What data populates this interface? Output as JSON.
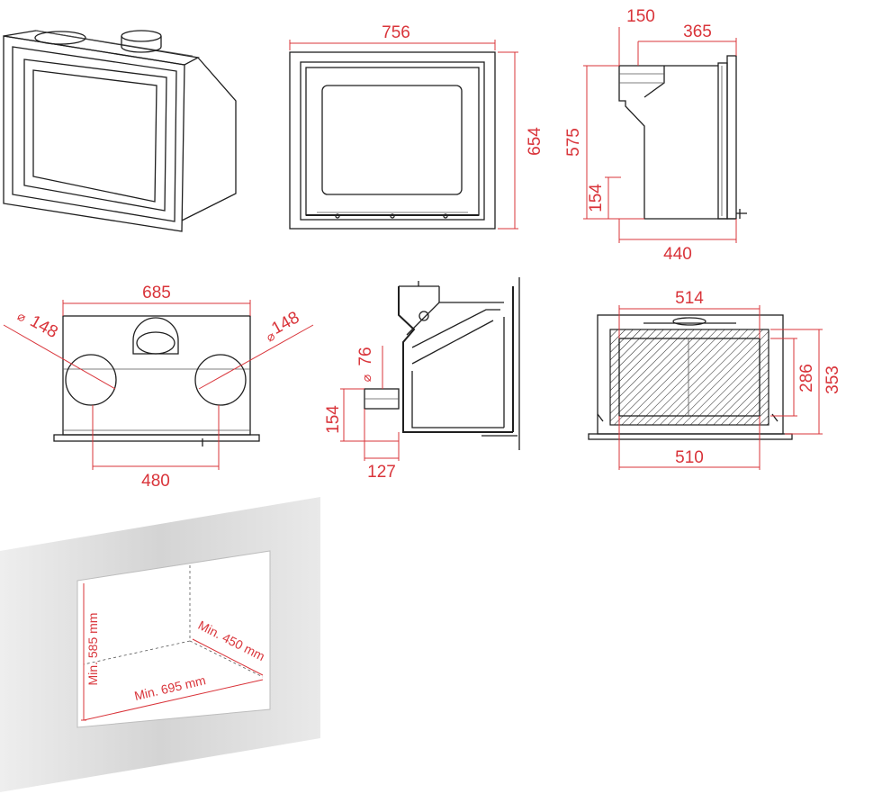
{
  "colors": {
    "dimension": "#d9343a",
    "outline": "#1f1f1f",
    "wall": "#d7d7d7"
  },
  "front": {
    "width": "756",
    "height": "654"
  },
  "side": {
    "top_outlet": "150",
    "depth_top": "365",
    "height": "575",
    "bottom_inlet": "154",
    "depth_bottom": "440"
  },
  "top": {
    "width": "685",
    "diameter_left": "148",
    "diameter_right": "148",
    "spacing": "480"
  },
  "section": {
    "diameter": "76",
    "height": "154",
    "offset": "127"
  },
  "rear": {
    "top_width": "514",
    "inner_height": "286",
    "outer_height": "353",
    "bottom_width": "510"
  },
  "niche": {
    "height": "Min. 585 mm",
    "width": "Min. 695 mm",
    "depth": "Min. 450 mm"
  }
}
